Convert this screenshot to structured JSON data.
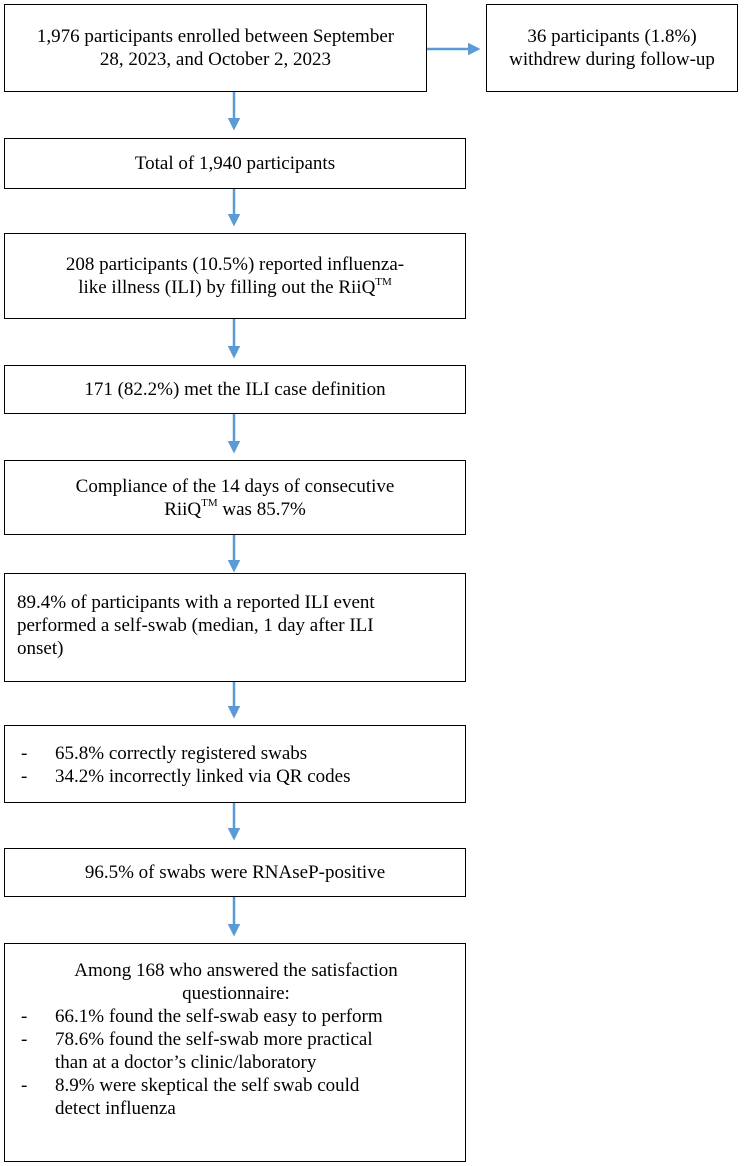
{
  "flow": {
    "enrolled": {
      "line1": "1,976 participants enrolled between September",
      "line2": "28, 2023, and October 2, 2023"
    },
    "withdrew": {
      "line1": "36 participants (1.8%)",
      "line2": "withdrew during follow-up"
    },
    "total": {
      "text": "Total of 1,940 participants"
    },
    "reported": {
      "line1": "208 participants (10.5%) reported influenza-",
      "line2_prefix": "like illness (ILI) by filling out the RiiQ",
      "line2_sup": "TM"
    },
    "met": {
      "text": "171 (82.2%) met the ILI case definition"
    },
    "compliance": {
      "line1": "Compliance of the 14 days of consecutive",
      "line2_prefix": "RiiQ",
      "line2_sup": "TM",
      "line2_suffix": " was 85.7%"
    },
    "selfswab": {
      "line1": "89.4% of participants with a reported ILI event",
      "line2": "performed a self-swab (median, 1 day after ILI",
      "line3": "onset)"
    },
    "registered": {
      "items": [
        {
          "dash": "-",
          "text": "65.8% correctly registered swabs"
        },
        {
          "dash": "-",
          "text": "34.2% incorrectly linked via QR codes"
        }
      ]
    },
    "rnasep": {
      "text": "96.5% of swabs were RNAseP-positive"
    },
    "satisfaction": {
      "heading1": "Among 168 who answered the satisfaction",
      "heading2": "questionnaire:",
      "items": [
        {
          "dash": "-",
          "line1": "66.1% found the self-swab easy to perform",
          "line2": ""
        },
        {
          "dash": "-",
          "line1": "78.6% found the self-swab more practical",
          "line2": "than at a doctor’s clinic/laboratory"
        },
        {
          "dash": "-",
          "line1": "8.9% were skeptical the self swab could",
          "line2": "detect influenza"
        }
      ]
    }
  },
  "colors": {
    "arrow": "#5b9bd5",
    "border": "#000000"
  }
}
